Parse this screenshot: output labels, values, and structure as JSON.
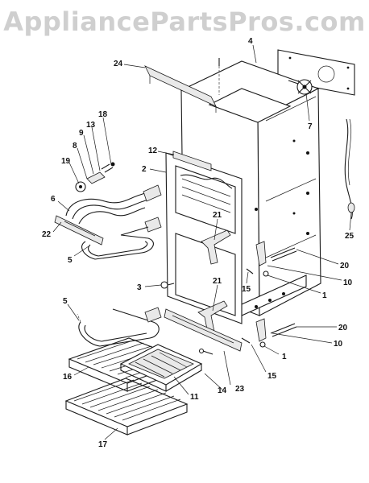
{
  "watermark": "AppliancePartsPros.com",
  "callouts": [
    {
      "id": "c24",
      "text": "24"
    },
    {
      "id": "c4",
      "text": "4"
    },
    {
      "id": "c7",
      "text": "7"
    },
    {
      "id": "c18",
      "text": "18"
    },
    {
      "id": "c13",
      "text": "13"
    },
    {
      "id": "c9",
      "text": "9"
    },
    {
      "id": "c8",
      "text": "8"
    },
    {
      "id": "c19",
      "text": "19"
    },
    {
      "id": "c12",
      "text": "12"
    },
    {
      "id": "c2",
      "text": "2"
    },
    {
      "id": "c6",
      "text": "6"
    },
    {
      "id": "c22",
      "text": "22"
    },
    {
      "id": "c5a",
      "text": "5"
    },
    {
      "id": "c21a",
      "text": "21"
    },
    {
      "id": "c25",
      "text": "25"
    },
    {
      "id": "c20a",
      "text": "20"
    },
    {
      "id": "c10a",
      "text": "10"
    },
    {
      "id": "c15a",
      "text": "15"
    },
    {
      "id": "c1a",
      "text": "1"
    },
    {
      "id": "c3",
      "text": "3"
    },
    {
      "id": "c21b",
      "text": "21"
    },
    {
      "id": "c5b",
      "text": "5"
    },
    {
      "id": "c20b",
      "text": "20"
    },
    {
      "id": "c10b",
      "text": "10"
    },
    {
      "id": "c1b",
      "text": "1"
    },
    {
      "id": "c16",
      "text": "16"
    },
    {
      "id": "c11",
      "text": "11"
    },
    {
      "id": "c14",
      "text": "14"
    },
    {
      "id": "c23",
      "text": "23"
    },
    {
      "id": "c15b",
      "text": "15"
    },
    {
      "id": "c17",
      "text": "17"
    }
  ]
}
